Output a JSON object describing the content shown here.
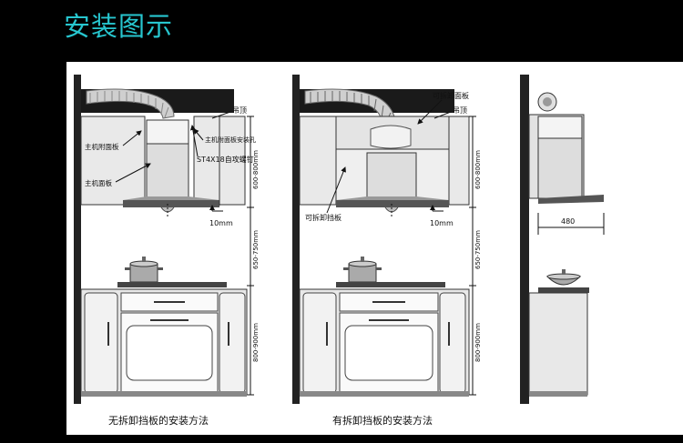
{
  "title": "安装图示",
  "diagram_left": {
    "caption": "无拆卸挡板的安装方法",
    "labels": {
      "ceiling": "吊顶",
      "side_panel_upper": "主机附面板",
      "mount_hole": "主机附面板安装孔",
      "screw": "ST4X18自攻螺钉",
      "main_panel": "主机面板"
    },
    "dims": {
      "gap": "10mm",
      "hood_height": "600-800mm",
      "cook_height": "650-750mm",
      "cabinet_height": "800-900mm"
    }
  },
  "diagram_middle": {
    "caption": "有拆卸挡板的安装方法",
    "labels": {
      "removable_panel": "可拆卸面板",
      "ceiling": "吊顶",
      "removable_baffle": "可拆卸挡板"
    },
    "dims": {
      "gap": "10mm",
      "hood_height": "600-800mm",
      "cook_height": "650-750mm",
      "cabinet_height": "800-900mm"
    }
  },
  "diagram_right": {
    "dims": {
      "depth": "480"
    }
  }
}
